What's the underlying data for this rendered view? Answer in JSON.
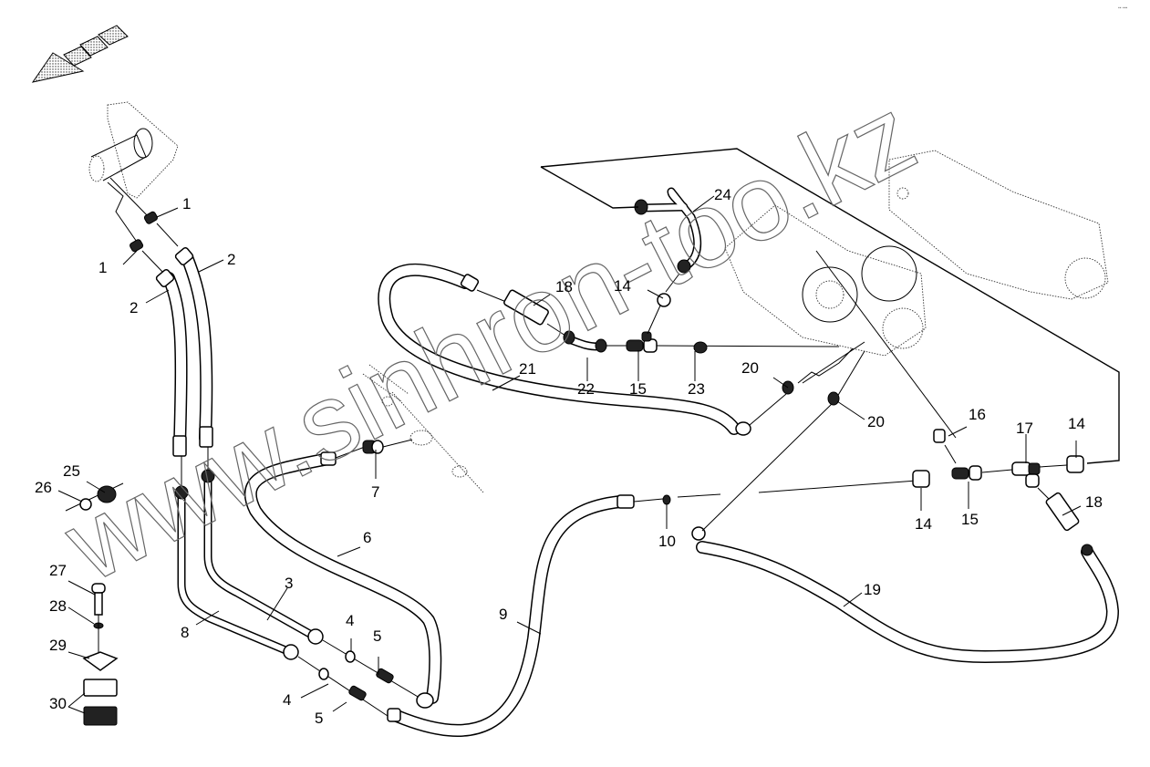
{
  "diagram": {
    "type": "exploded parts diagram",
    "subject": "hydraulic hose and pipe assembly",
    "watermark": "www.sinhron-too.kz",
    "corner_mark": "▪▪ ▪▪▪",
    "direction_arrow": "front-direction-arrow"
  },
  "callouts": [
    {
      "id": "c1a",
      "num": "1"
    },
    {
      "id": "c1b",
      "num": "1"
    },
    {
      "id": "c2a",
      "num": "2"
    },
    {
      "id": "c2b",
      "num": "2"
    },
    {
      "id": "c3",
      "num": "3"
    },
    {
      "id": "c4a",
      "num": "4"
    },
    {
      "id": "c4b",
      "num": "4"
    },
    {
      "id": "c5a",
      "num": "5"
    },
    {
      "id": "c5b",
      "num": "5"
    },
    {
      "id": "c6",
      "num": "6"
    },
    {
      "id": "c7",
      "num": "7"
    },
    {
      "id": "c8",
      "num": "8"
    },
    {
      "id": "c9",
      "num": "9"
    },
    {
      "id": "c10",
      "num": "10"
    },
    {
      "id": "c14a",
      "num": "14"
    },
    {
      "id": "c14b",
      "num": "14"
    },
    {
      "id": "c14c",
      "num": "14"
    },
    {
      "id": "c15a",
      "num": "15"
    },
    {
      "id": "c15b",
      "num": "15"
    },
    {
      "id": "c16",
      "num": "16"
    },
    {
      "id": "c17",
      "num": "17"
    },
    {
      "id": "c18a",
      "num": "18"
    },
    {
      "id": "c18b",
      "num": "18"
    },
    {
      "id": "c19",
      "num": "19"
    },
    {
      "id": "c20a",
      "num": "20"
    },
    {
      "id": "c20b",
      "num": "20"
    },
    {
      "id": "c21",
      "num": "21"
    },
    {
      "id": "c22",
      "num": "22"
    },
    {
      "id": "c23",
      "num": "23"
    },
    {
      "id": "c24",
      "num": "24"
    },
    {
      "id": "c25",
      "num": "25"
    },
    {
      "id": "c26",
      "num": "26"
    },
    {
      "id": "c27",
      "num": "27"
    },
    {
      "id": "c28",
      "num": "28"
    },
    {
      "id": "c29",
      "num": "29"
    },
    {
      "id": "c30",
      "num": "30"
    }
  ]
}
